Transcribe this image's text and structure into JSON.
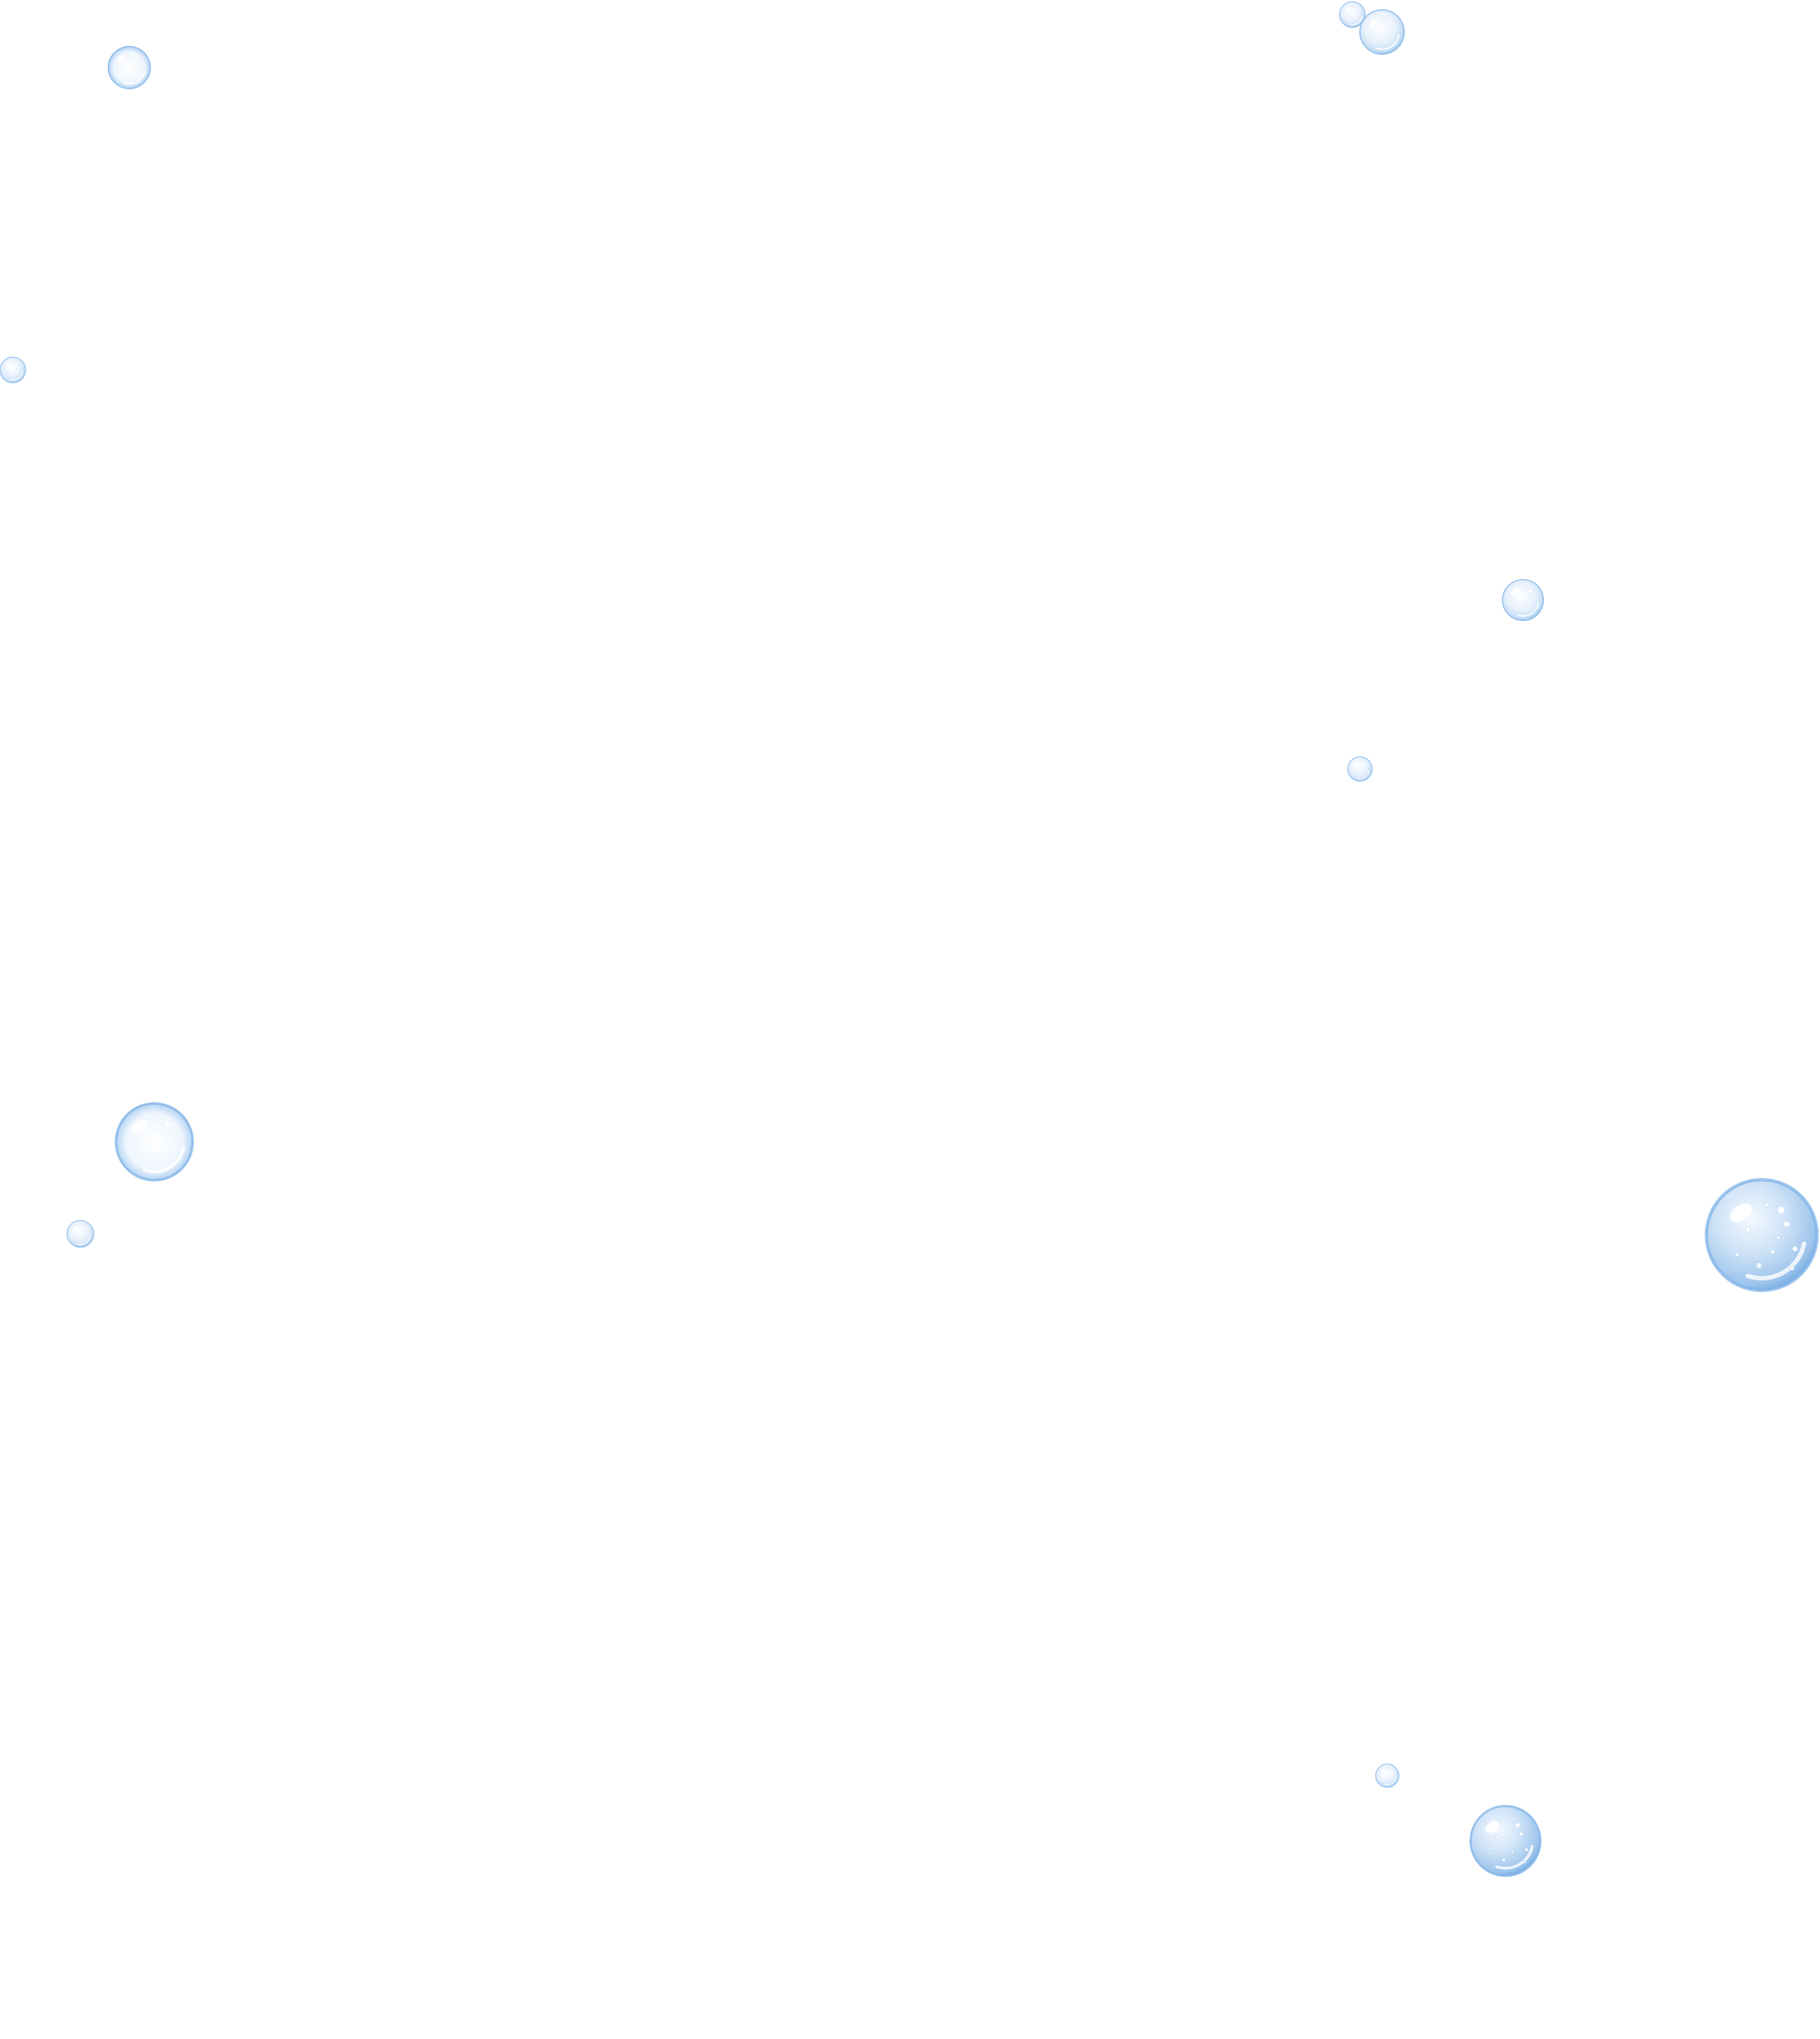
{
  "background_color": "#ffffff",
  "bubble_colors": {
    "rim": "#7fb3e8",
    "fill": "#cfe3f7",
    "fill_dark": "#9cc4ec",
    "highlight": "#ffffff"
  },
  "bubbles": [
    {
      "kind": "small-clear"
    },
    {
      "kind": "tiny"
    },
    {
      "kind": "tiny"
    },
    {
      "kind": "small"
    },
    {
      "kind": "small"
    },
    {
      "kind": "tiny"
    },
    {
      "kind": "clear-large"
    },
    {
      "kind": "tiny"
    },
    {
      "kind": "large-textured"
    },
    {
      "kind": "tiny"
    },
    {
      "kind": "medium-textured"
    }
  ]
}
